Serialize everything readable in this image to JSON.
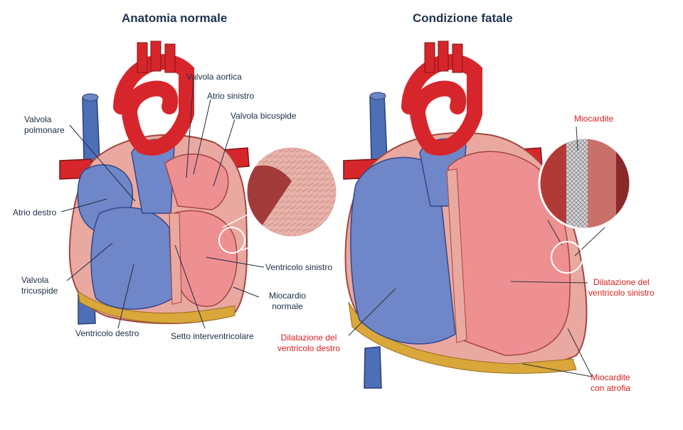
{
  "titles": {
    "left": "Anatomia normale",
    "right": "Condizione fatale"
  },
  "labels_normal": {
    "valvola_aortica": "Valvola aortica",
    "atrio_sinistro": "Atrio sinistro",
    "valvola_bicuspide": "Valvola bicuspide",
    "valvola_polmonare_1": "Valvola",
    "valvola_polmonare_2": "polmonare",
    "atrio_destro": "Atrio destro",
    "valvola_tricuspide_1": "Valvola",
    "valvola_tricuspide_2": "tricuspide",
    "ventricolo_destro": "Ventricolo destro",
    "setto": "Setto interventricolare",
    "ventricolo_sinistro": "Ventricolo sinistro",
    "miocardio_1": "Miocardio",
    "miocardio_2": "normale"
  },
  "labels_fatal": {
    "miocardite": "Miocardite",
    "dil_sinistro_1": "Dilatazione del",
    "dil_sinistro_2": "ventricolo sinistro",
    "dil_destro_1": "Dilatazione del",
    "dil_destro_2": "ventricolo destro",
    "atrofia_1": "Miocardite",
    "atrofia_2": "con atrofia"
  },
  "colors": {
    "title": "#1f3350",
    "label_dark": "#1c2c45",
    "label_red": "#d9201f",
    "artery_red": "#d7262b",
    "vein_blue": "#4d6fb8",
    "chamber_blue": "#6f86c8",
    "chamber_pink": "#ee8f92",
    "muscle": "#e9a9a0",
    "muscle_dark": "#a3463f",
    "fat_yellow": "#d9a73a"
  }
}
